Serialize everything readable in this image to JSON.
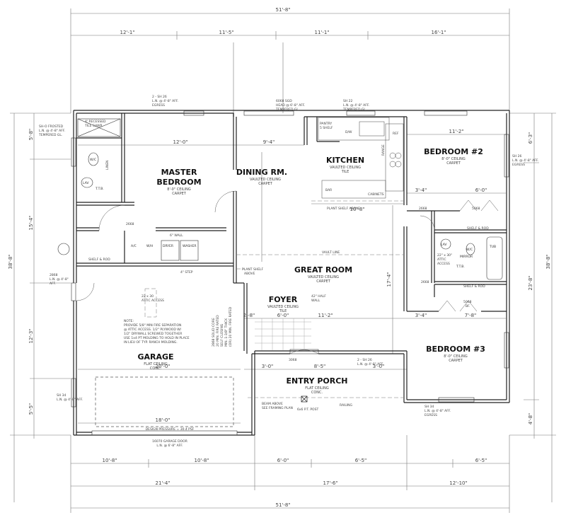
{
  "dims": {
    "overall_top": "51'-8\"",
    "overall_bottom": "51'-8\"",
    "top_left": "12'-1\"",
    "top_mid_left": "11'-5\"",
    "top_mid_right": "11'-1\"",
    "top_right": "16'-1\"",
    "left_total": "38'-8\"",
    "right_total": "38'-8\"",
    "left_top": "5'-8\"",
    "left_mid": "15'-4\"",
    "left_low": "12'-3\"",
    "left_bot": "5'-5\"",
    "right_top": "6'-3\"",
    "right_mid": "23'-8\"",
    "right_bot": "4'-8\"",
    "bottom_a": "10'-8\"",
    "bottom_b": "10'-8\"",
    "bottom_c": "6'-0\"",
    "bottom_d": "6'-5\"",
    "bottom_e": "6'-5\"",
    "bottom2_a": "21'-4\"",
    "bottom2_b": "17'-6\"",
    "bottom2_c": "12'-10\"",
    "mb_width": "12'-0\"",
    "dining_width": "9'-4\"",
    "kitchen_width": "10'-8\"",
    "bed2_width": "11'-2\"",
    "bed2_a": "3'-4\"",
    "bed2_b": "6'-0\"",
    "bed3_a": "3'-4\"",
    "bed3_b": "7'-8\"",
    "great_width": "11'-2\"",
    "great_height": "17'-4\"",
    "foyer_a": "2'-8\"",
    "foyer_b": "6'-0\"",
    "garage_width": "20'-0\"",
    "garage_bottom": "18'-0\"",
    "porch_a": "3'-0\"",
    "porch_b": "8'-5\"",
    "porch_c": "3'-0\""
  },
  "rooms": {
    "master": {
      "name1": "MASTER",
      "name2": "BEDROOM",
      "ceiling": "8'-0\" CEILING",
      "floor": "CARPET"
    },
    "dining": {
      "name": "DINING RM.",
      "ceiling": "VAULTED CEILING",
      "floor": "CARPET"
    },
    "kitchen": {
      "name": "KITCHEN",
      "ceiling": "VAULTED CEILING",
      "floor": "TILE"
    },
    "bed2": {
      "name": "BEDROOM #2",
      "ceiling": "8'-0\" CEILING",
      "floor": "CARPET"
    },
    "great": {
      "name": "GREAT ROOM",
      "ceiling": "VAULTED CEILING",
      "floor": "CARPET"
    },
    "foyer": {
      "name": "FOYER",
      "ceiling": "VAULTED CEILING",
      "floor": "TILE"
    },
    "bed3": {
      "name": "BEDROOM #3",
      "ceiling": "8'-0\" CEILING",
      "floor": "CARPET"
    },
    "garage": {
      "name": "GARAGE",
      "ceiling": "FLAT CEILING",
      "floor": "CONC."
    },
    "porch": {
      "name": "ENTRY PORCH",
      "ceiling": "FLAT CEILING",
      "floor": "CONC."
    }
  },
  "notes": {
    "egress_mb_1": "2 - SH 26",
    "egress_mb_2": "L.N. @ 4'-8\" AFF.",
    "egress_mb_3": "EGRESS",
    "slider_1": "6068 SGD",
    "slider_2": "HEAD @ 6'-8\" AFF.",
    "slider_3": "TEMPERED GL.",
    "kit_win_1": "SH 22",
    "kit_win_2": "L.N. @ 4'-8\" AFF.",
    "kit_win_3": "TEMPERED GL.",
    "shower_1": "4' RECESSED",
    "shower_2": "TILE SHWR",
    "frosted_1": "SH-O FROSTED",
    "frosted_2": "L.N. @ 4'-8\" AFF.",
    "frosted_3": "TEMPERED GL.",
    "bed2_win_1": "SH 26",
    "bed2_win_2": "L.N. @ 4'-8\" AFF.",
    "bed2_win_3": "EGRESS",
    "bed3_win_1": "SH 34",
    "bed3_win_2": "L.N. @ 4'-8\" AFF.",
    "bed3_win_3": "EGRESS",
    "wall_6": "6\" WALL",
    "step_4": "4\" STEP",
    "attic_1": "22 x 30",
    "attic_2": "ATTIC ACCESS",
    "attic_br_1": "22\" x 30\"",
    "attic_br_2": "ATTIC",
    "attic_br_3": "ACCESS",
    "fire_1": "NOTE:",
    "fire_2": "PROVIDE 5/8\" MIN FIRE SEPARATION",
    "fire_3": "@ ATTIC ACCESS. 1/2\" PLYWOOD W/",
    "fire_4": "1/2\" DRYWALL SCREWED TOGETHER",
    "fire_5": "USE 1x4 PT MOLDING TO HOLD IN PLACE",
    "fire_6": "IN LIEU OF TYP. RANCH MOLDING.",
    "door_1": "2868 SOLID CORE",
    "door_2": "20 MIN. FIRE RATED",
    "door_3": "SELF CLOSING",
    "door_4": "MIN. 1-3/8\" THICK",
    "door_5": "(OR) 20 MIN. FIRE RATED",
    "plant_1": "PLANT SHELF ABOVE",
    "plant_2": "PLANT SHELF",
    "plant_3": "ABOVE",
    "vault": "VAULT LINE",
    "half_wall_1": "42\" HALF",
    "half_wall_2": "WALL",
    "foyer_win_1": "2 - SH 26",
    "foyer_win_2": "L.N. @ 4'-8\" AFF.",
    "door_entry": "3068",
    "beam_1": "BEAM ABOVE",
    "beam_2": "SEE FRAMING PLAN",
    "post": "6x6 P.T. POST",
    "railing": "RAILING",
    "garage_door_1": "16070 GARAGE DOOR",
    "garage_door_2": "L.N. @ 6'-8\" AFF.",
    "design_pressure": "DESIGN PRESSURE = 30.4 PSF",
    "side_win_1": "2868",
    "side_win_2": "L.N. @ 4'-8\"",
    "side_win_3": "AFF.",
    "gar_win_1": "SH 34",
    "gar_win_2": "L.N. @ 4'-8\" AFF.",
    "shelf_rod": "SHELF & ROD",
    "wic_door": "2668",
    "bed_door": "2668",
    "closet_door": "5068",
    "closet_door_sub": "BF.",
    "pantry_1": "PANTRY",
    "pantry_2": "5 SHELF",
    "dw": "D/W",
    "bar": "BAR",
    "ref": "REF",
    "cabinets": "CABINETS",
    "range": "RANGE",
    "hall_door": "2668",
    "hvac": "A/C",
    "wh": "W/H",
    "dryer": "DRYER",
    "washer": "WASHER",
    "lav": "LAV",
    "wc": "W/C",
    "tub": "TUB",
    "mirror": "MIRROR",
    "towel": "T.T.B.",
    "linen": "LINEN",
    "tb": "T.T.B."
  }
}
